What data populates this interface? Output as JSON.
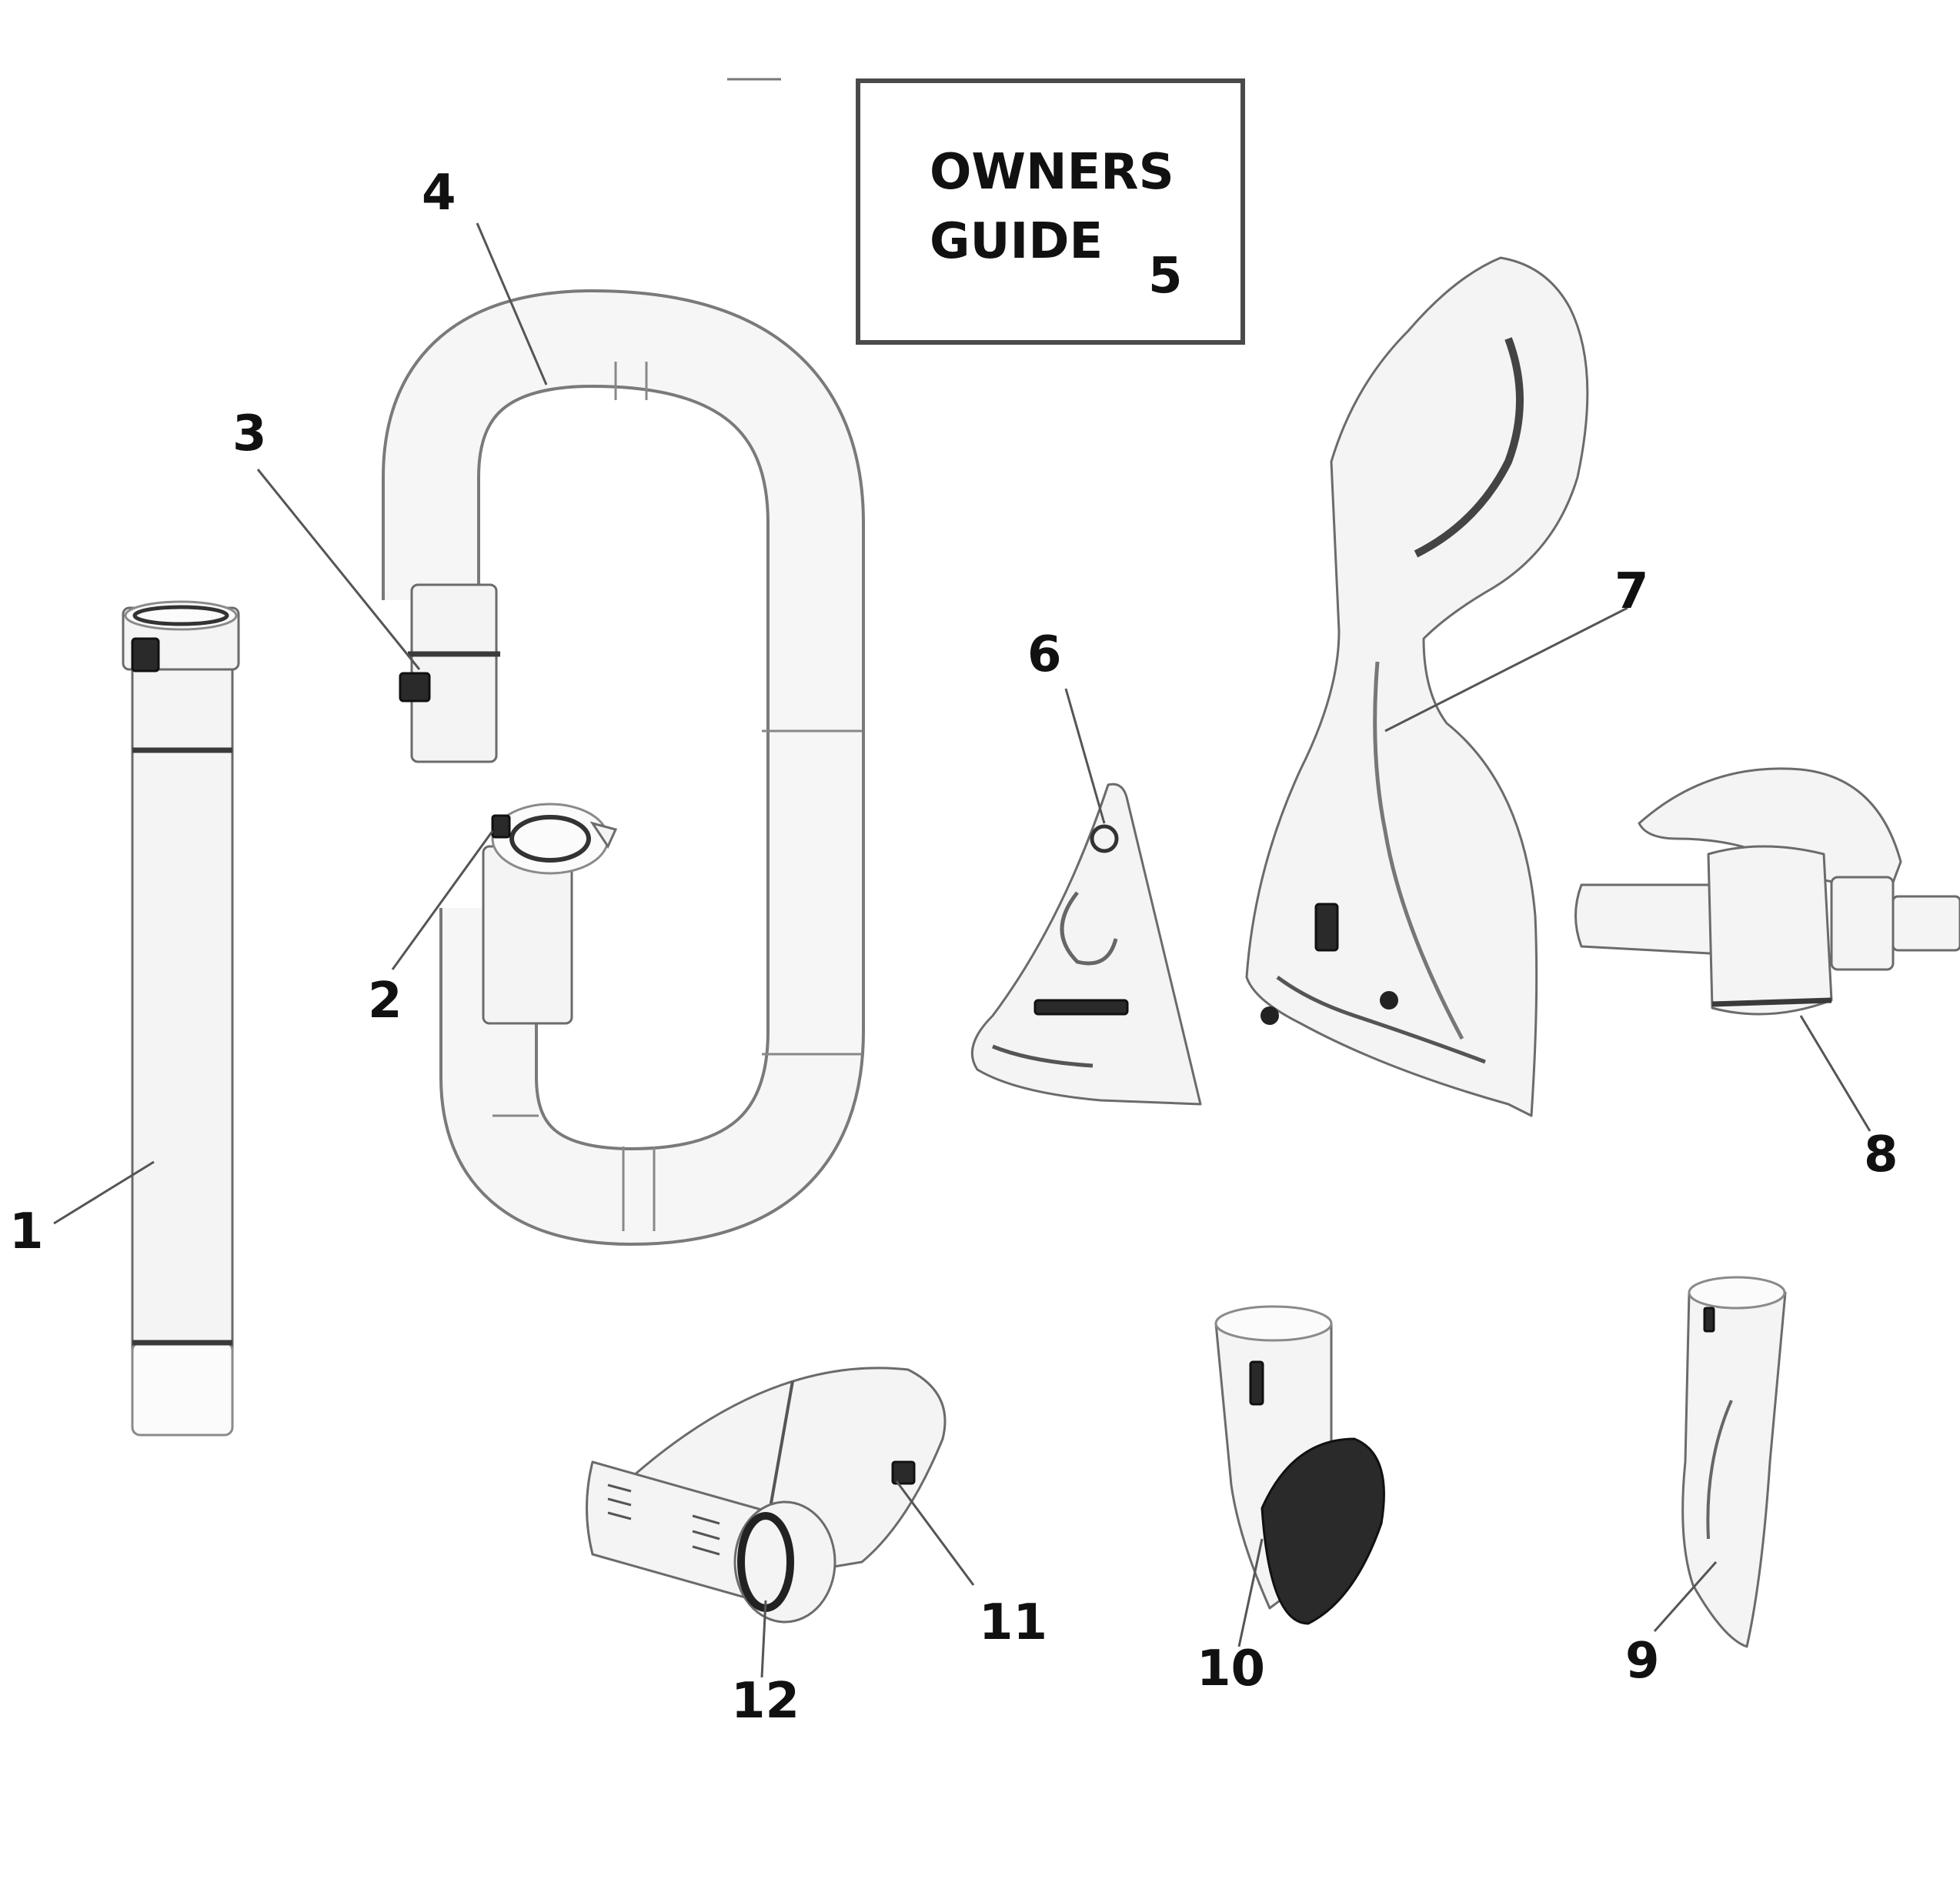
{
  "callouts": {
    "c1": "1",
    "c2": "2",
    "c3": "3",
    "c4": "4",
    "c5": "5",
    "c6": "6",
    "c7": "7",
    "c8": "8",
    "c9": "9",
    "c10": "10",
    "c11": "11",
    "c12": "12"
  },
  "owners_guide": {
    "line1": "OWNERS",
    "line2": "GUIDE"
  }
}
